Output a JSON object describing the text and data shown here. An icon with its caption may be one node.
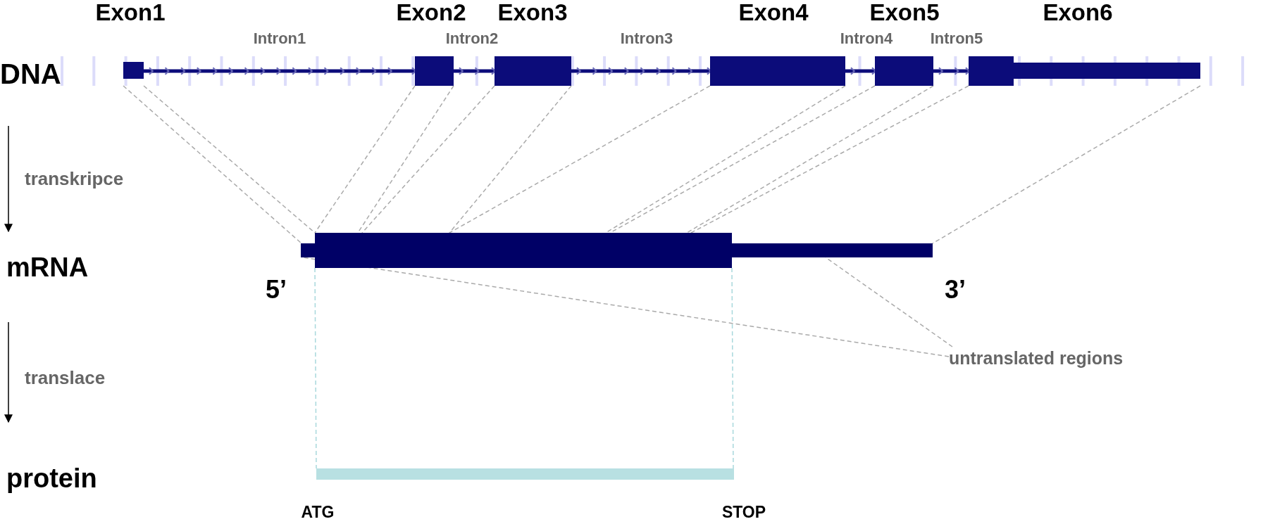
{
  "diagram": {
    "nodes": [
      {
        "text": [
          "Exon1"
        ]
      },
      {
        "text": [
          "Exon2"
        ]
      },
      {
        "text": [
          "Exon3"
        ]
      },
      {
        "text": [
          "Exon4"
        ]
      },
      {
        "text": [
          "Exon5"
        ]
      },
      {
        "text": [
          "Exon6"
        ]
      },
      {
        "text": [],
        "shape": "bar"
      },
      {
        "text": [],
        "shape": "bar"
      },
      {
        "text": [],
        "shape": "bar"
      },
      {
        "text": [],
        "shape": "bar"
      },
      {
        "text": [
          "untranslated regions"
        ]
      }
    ],
    "edges": [
      {
        "from": 0,
        "to": 6,
        "arrow": "none",
        "style": "dashed"
      },
      {
        "from": 0,
        "to": 7,
        "arrow": "none",
        "style": "dashed"
      },
      {
        "from": 1,
        "to": 7,
        "arrow": "none",
        "style": "dashed"
      },
      {
        "from": 1,
        "to": 7,
        "arrow": "none",
        "style": "dashed"
      },
      {
        "from": 2,
        "to": 7,
        "arrow": "none",
        "style": "dashed"
      },
      {
        "from": 2,
        "to": 7,
        "arrow": "none",
        "style": "dashed"
      },
      {
        "from": 3,
        "to": 7,
        "arrow": "none",
        "style": "dashed"
      },
      {
        "from": 3,
        "to": 7,
        "arrow": "none",
        "style": "dashed"
      },
      {
        "from": 4,
        "to": 7,
        "arrow": "none",
        "style": "dashed"
      },
      {
        "from": 4,
        "to": 7,
        "arrow": "none",
        "style": "dashed"
      },
      {
        "from": 5,
        "to": 7,
        "arrow": "none",
        "style": "dashed"
      },
      {
        "from": 5,
        "to": 8,
        "arrow": "none",
        "style": "dashed"
      },
      {
        "from": 7,
        "to": 9,
        "arrow": "none",
        "style": "dashed",
        "color": "#a8d8dc"
      },
      {
        "from": 7,
        "to": 9,
        "arrow": "none",
        "style": "dashed",
        "color": "#a8d8dc"
      },
      {
        "from": 10,
        "to": 6,
        "arrow": "none",
        "style": "dashed"
      },
      {
        "from": 10,
        "to": 8,
        "arrow": "none",
        "style": "dashed"
      },
      {
        "from": 0,
        "to": 1,
        "arrow": "to",
        "style": "thick",
        "color": "#0c0c7a"
      },
      {
        "from": 1,
        "to": 2,
        "arrow": "to",
        "style": "thick",
        "color": "#0c0c7a"
      },
      {
        "from": 2,
        "to": 3,
        "arrow": "to",
        "style": "thick",
        "color": "#0c0c7a"
      },
      {
        "from": 3,
        "to": 4,
        "arrow": "to",
        "style": "thick",
        "color": "#0c0c7a"
      },
      {
        "from": 4,
        "to": 5,
        "arrow": "to",
        "style": "thick",
        "color": "#0c0c7a"
      }
    ],
    "labels": [
      "Intron1",
      "Intron2",
      "Intron3",
      "Intron4",
      "Intron5",
      "DNA",
      "transkripce",
      "mRNA",
      "5’",
      "3’",
      "translace",
      "protein",
      "ATG",
      "STOP"
    ]
  }
}
